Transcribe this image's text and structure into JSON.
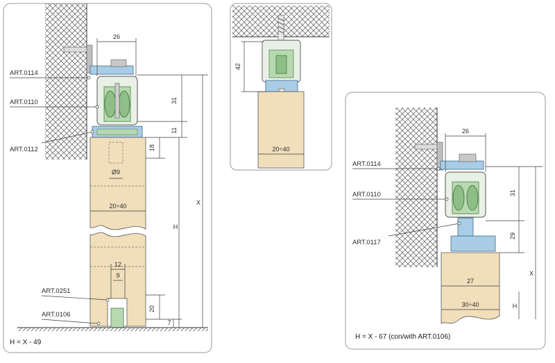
{
  "panels": {
    "left": {
      "labels": [
        "ART.0114",
        "ART.0110",
        "ART.0112",
        "ART.0251",
        "ART.0106"
      ],
      "dims": {
        "top_width": "26",
        "d31": "31",
        "d11": "11",
        "d18": "18",
        "dia9": "Ø9",
        "board": "20÷40",
        "w12": "12",
        "w9": "9",
        "d20": "20",
        "d7": "7",
        "x": "X",
        "h": "H"
      },
      "formula": "H = X - 49"
    },
    "middle": {
      "dims": {
        "d42": "42",
        "board": "20÷40"
      }
    },
    "right": {
      "labels": [
        "ART.0114",
        "ART.0110",
        "ART.0117"
      ],
      "dims": {
        "top_width": "26",
        "d31": "31",
        "d29": "29",
        "w27": "27",
        "board": "30÷40",
        "x": "X",
        "h": "H"
      },
      "formula": "H = X - 67 (con/with ART.0106)"
    }
  },
  "colors": {
    "wood": "#f1dfbc",
    "bracket_blue": "#a9cde6",
    "rail_green": "#b7d9b0",
    "wheel_green": "#8dbf86",
    "wall_hatch": "#6f6f6f",
    "panel_border": "#9a9a9a"
  }
}
